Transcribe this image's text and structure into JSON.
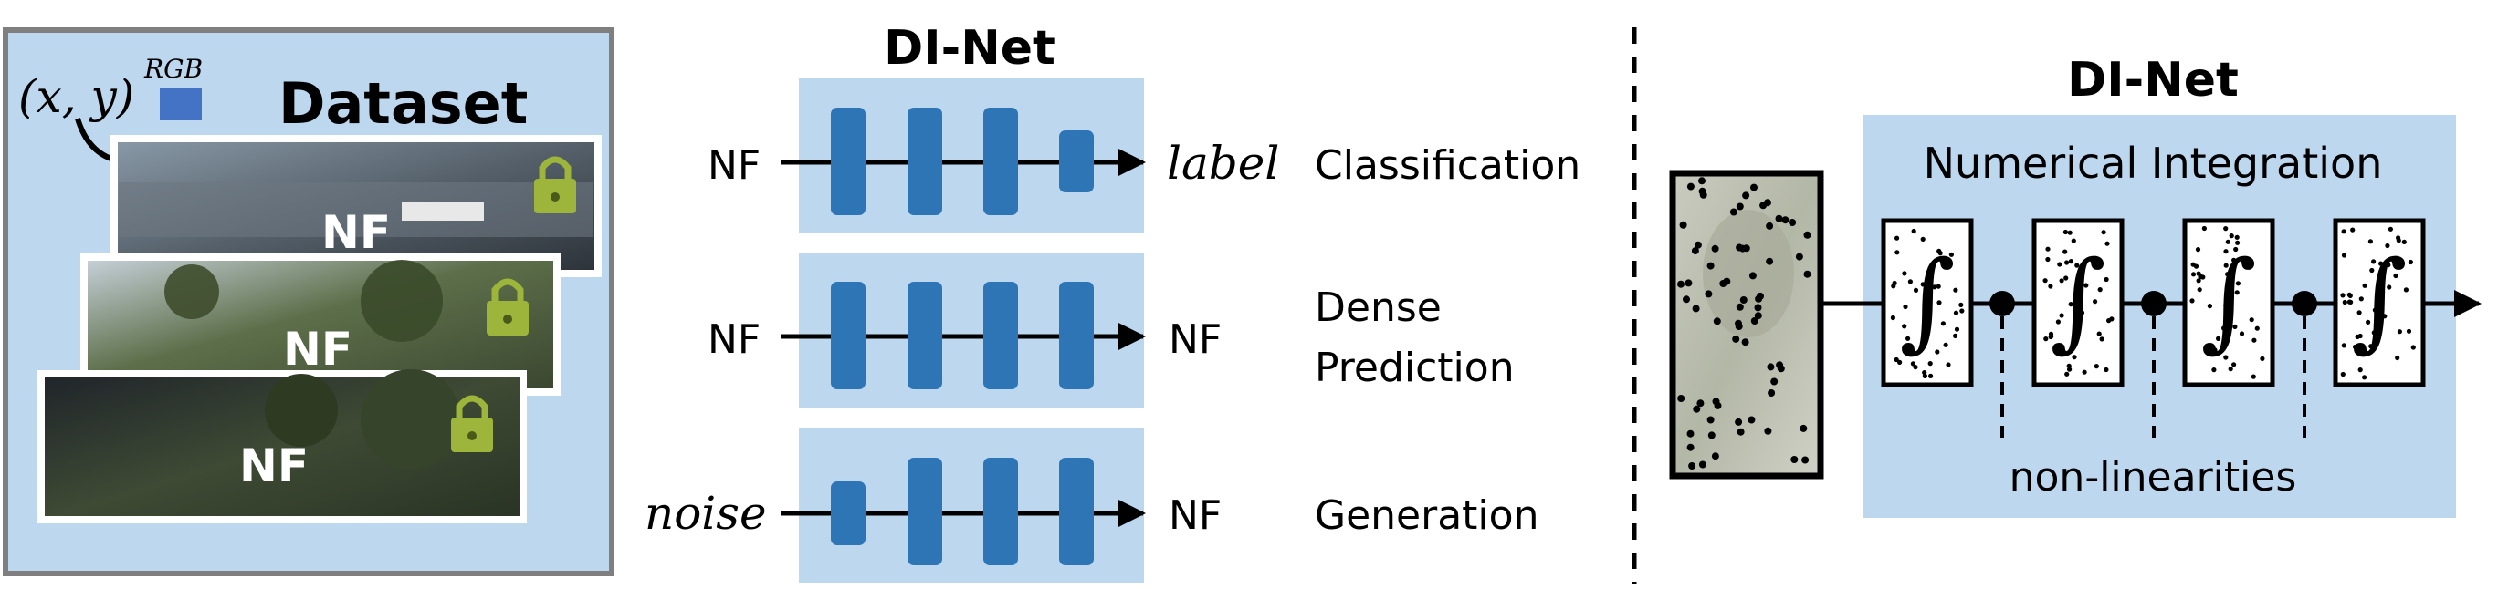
{
  "dataset_panel": {
    "title": "Dataset",
    "coord_label": "(x, y)",
    "rgb_label": "RGB",
    "rgb_color": "#4472c4",
    "nf_label": "NF",
    "lock_color": "#9db53a"
  },
  "dinet_left": {
    "title": "DI-Net",
    "rows": [
      {
        "input": "NF",
        "output": "label",
        "task": [
          "Classification"
        ]
      },
      {
        "input": "NF",
        "output": "NF",
        "task": [
          "Dense",
          "Prediction"
        ]
      },
      {
        "input": "noise",
        "output": "NF",
        "task": [
          "Generation"
        ]
      }
    ]
  },
  "dinet_right": {
    "title": "DI-Net",
    "integration_label": "Numerical Integration",
    "integral_symbol": "∫",
    "nonlinearity_label": "non-linearities"
  },
  "colors": {
    "panel_bg": "#bdd7ee",
    "layer_blue": "#2e75b6",
    "border_gray": "#7f7f7f"
  }
}
